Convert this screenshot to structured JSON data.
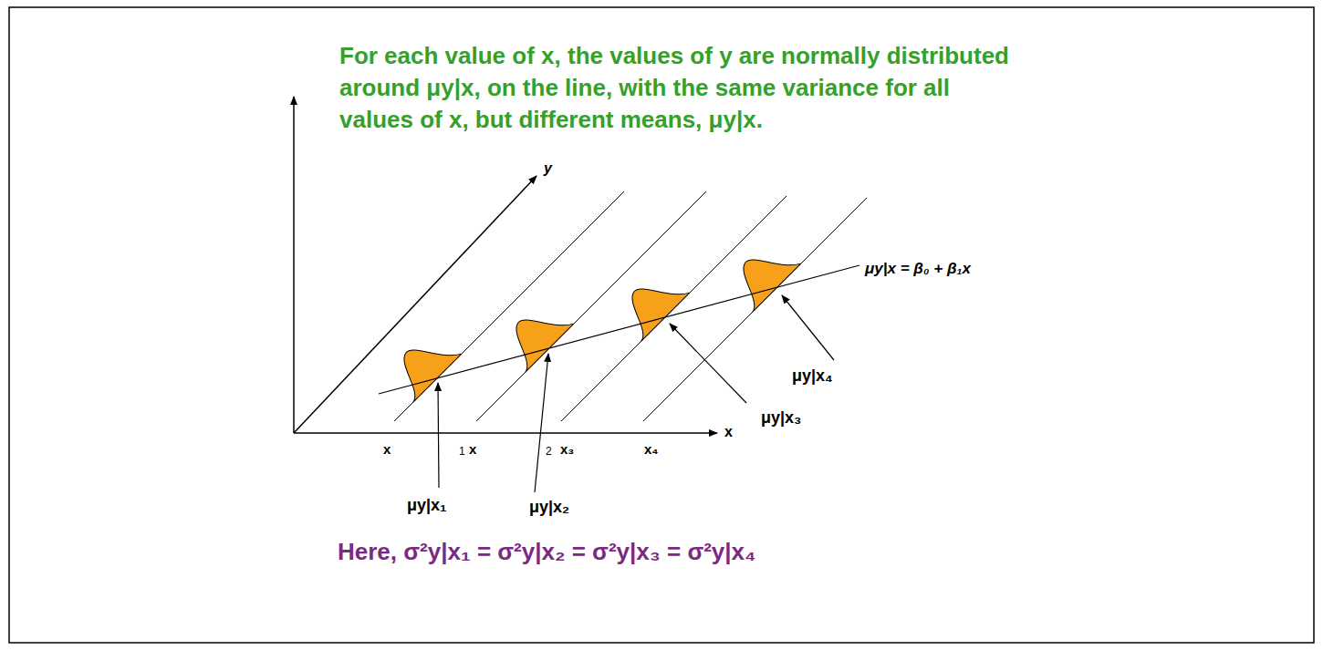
{
  "diagram": {
    "title": "For each value of x, the values of y are normally distributed around μy|x, on the line, with the same variance for all values of x, but different means, μy|x.",
    "caption": "Here, σ²y|x₁ = σ²y|x₂ = σ²y|x₃ = σ²y|x₄",
    "labels": [
      "y",
      "x",
      "μy|x = β₀ + β₁x",
      "μy|x₄",
      "μy|x₃",
      "x",
      "1",
      "x",
      "2",
      "x₃",
      "x₄",
      "μy|x₁",
      "μy|x₂"
    ]
  }
}
